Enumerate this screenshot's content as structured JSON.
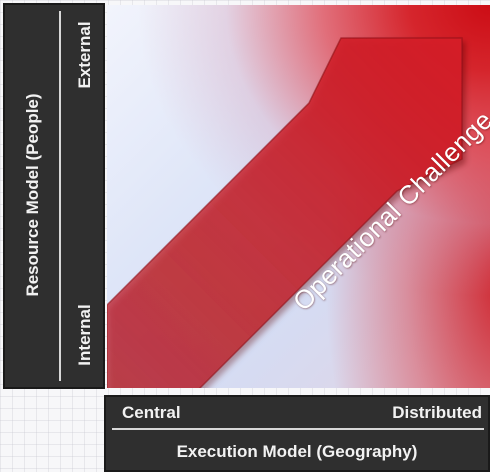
{
  "y_axis": {
    "title": "Resource Model (People)",
    "top_label": "External",
    "bottom_label": "Internal"
  },
  "x_axis": {
    "title": "Execution Model (Geography)",
    "left_label": "Central",
    "right_label": "Distributed"
  },
  "arrow": {
    "label": "Operational Challenge"
  },
  "colors": {
    "axis_bg": "#2f2f2f",
    "axis_text": "#f2f2f2",
    "arrow": "#c8202a",
    "hot_corner": "#cc0d15",
    "cool_field": "#d4ddf5"
  }
}
